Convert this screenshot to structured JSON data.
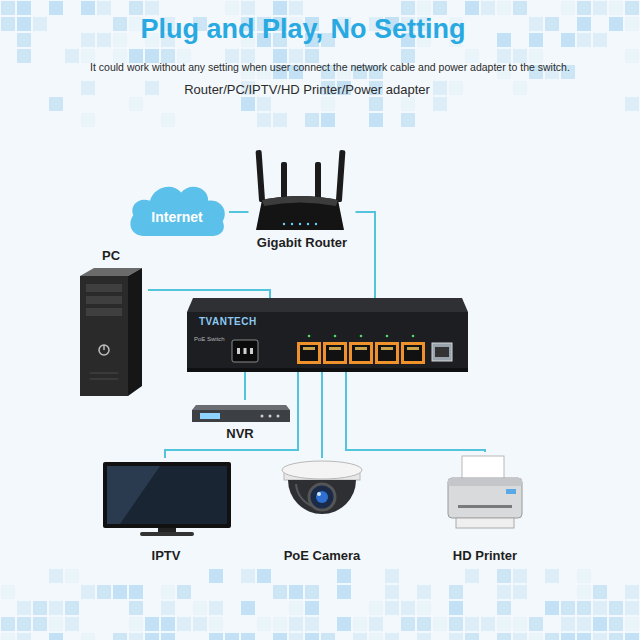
{
  "diagram": {
    "title": "Plug and Play, No Setting",
    "nodes": [
      {
        "text": [
          "Internet"
        ]
      },
      {
        "text": [
          "Gigabit Router"
        ]
      },
      {
        "text": [
          "PC"
        ]
      },
      {
        "text": [
          "TVANTECH"
        ]
      },
      {
        "text": [
          "NVR"
        ]
      },
      {
        "text": [
          "IPTV"
        ]
      },
      {
        "text": [
          "PoE Camera"
        ]
      },
      {
        "text": [
          "HD Printer"
        ]
      }
    ],
    "edges": [
      {
        "from": 0,
        "to": 1,
        "arrow": "none"
      },
      {
        "from": 1,
        "to": 3,
        "arrow": "none"
      },
      {
        "from": 2,
        "to": 3,
        "arrow": "none"
      },
      {
        "from": 3,
        "to": 4,
        "arrow": "none"
      },
      {
        "from": 3,
        "to": 5,
        "arrow": "none"
      },
      {
        "from": 3,
        "to": 6,
        "arrow": "none"
      },
      {
        "from": 3,
        "to": 7,
        "arrow": "none"
      }
    ],
    "labels": [
      "It could work without any setting when user connect the network cable and power adapter to the switch.",
      "Router/PC/IPTV/HD Printer/Power adapter",
      "PoE Switch"
    ]
  }
}
